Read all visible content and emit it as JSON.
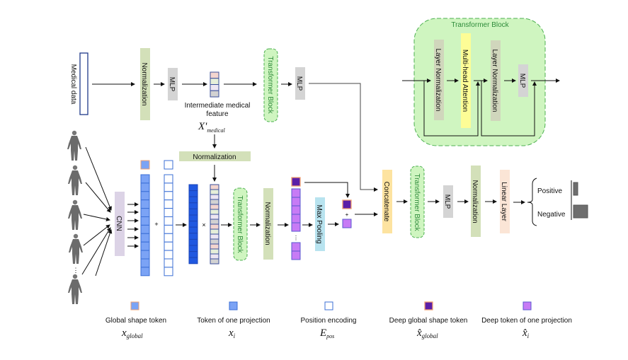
{
  "inputs": {
    "medical_data": "Medical data"
  },
  "top_branch": {
    "normalization": "Normalization",
    "mlp1": "MLP",
    "intermediate_label": "Intermediate medical feature",
    "intermediate_label_line1": "Intermediate medical",
    "intermediate_label_line2": "feature",
    "intermediate_symbol": "X'",
    "intermediate_symbol_sub": "medical",
    "transformer": "Transformer Block",
    "mlp2": "MLP"
  },
  "image_branch": {
    "normalization_h": "Normalization",
    "cnn": "CNN",
    "plus": "+",
    "times": "×",
    "transformer": "Transformer Block",
    "normalization": "Normalization",
    "max_pooling": "Max Pooling",
    "plus2": "+",
    "ellipsis": "⋮"
  },
  "head": {
    "concatenate": "Concatenate",
    "transformer": "Transformer Block",
    "mlp": "MLP",
    "normalization": "Normalization",
    "linear": "Linear Layer",
    "positive": "Positive",
    "negative": "Negative",
    "output_scores": {
      "positive": 0.3,
      "negative": 1.0
    }
  },
  "transformer_detail": {
    "title": "Transformer Block",
    "layer_norm1": "Layer Normalization",
    "attention": "Multi-head Attention",
    "layer_norm2": "Layer Normalization",
    "mlp": "MLP"
  },
  "legend": [
    {
      "label": "Global shape token",
      "symbol": "x",
      "sub": "global",
      "hat": false
    },
    {
      "label": "Token of one projection",
      "symbol": "x",
      "sub": "i",
      "hat": false
    },
    {
      "label": "Position encoding",
      "symbol": "E",
      "sub": "pos",
      "hat": false
    },
    {
      "label": "Deep global shape token",
      "symbol": "x̂",
      "sub": "global",
      "hat": true
    },
    {
      "label": "Deep token of one projection",
      "symbol": "x̂",
      "sub": "i",
      "hat": true
    }
  ],
  "colors": {
    "normalization": "#d3e0b9",
    "mlp": "#d4d4d4",
    "cnn": "#dcd3e6",
    "transformer_fill": "#cff5c0",
    "transformer_stroke": "#4cb050",
    "attention": "#fdfd96",
    "max_pooling": "#b8e3ef",
    "concatenate": "#fde3a0",
    "linear": "#fbe5d6",
    "token": "#7ba3f5",
    "deep_token": "#c77bf5",
    "deep_global": "#5b1fa8",
    "fused": "#2058e0",
    "medical_cells": [
      "#f3d5cf",
      "#e6efd9",
      "#ede6f2",
      "#d2d2d2"
    ]
  }
}
